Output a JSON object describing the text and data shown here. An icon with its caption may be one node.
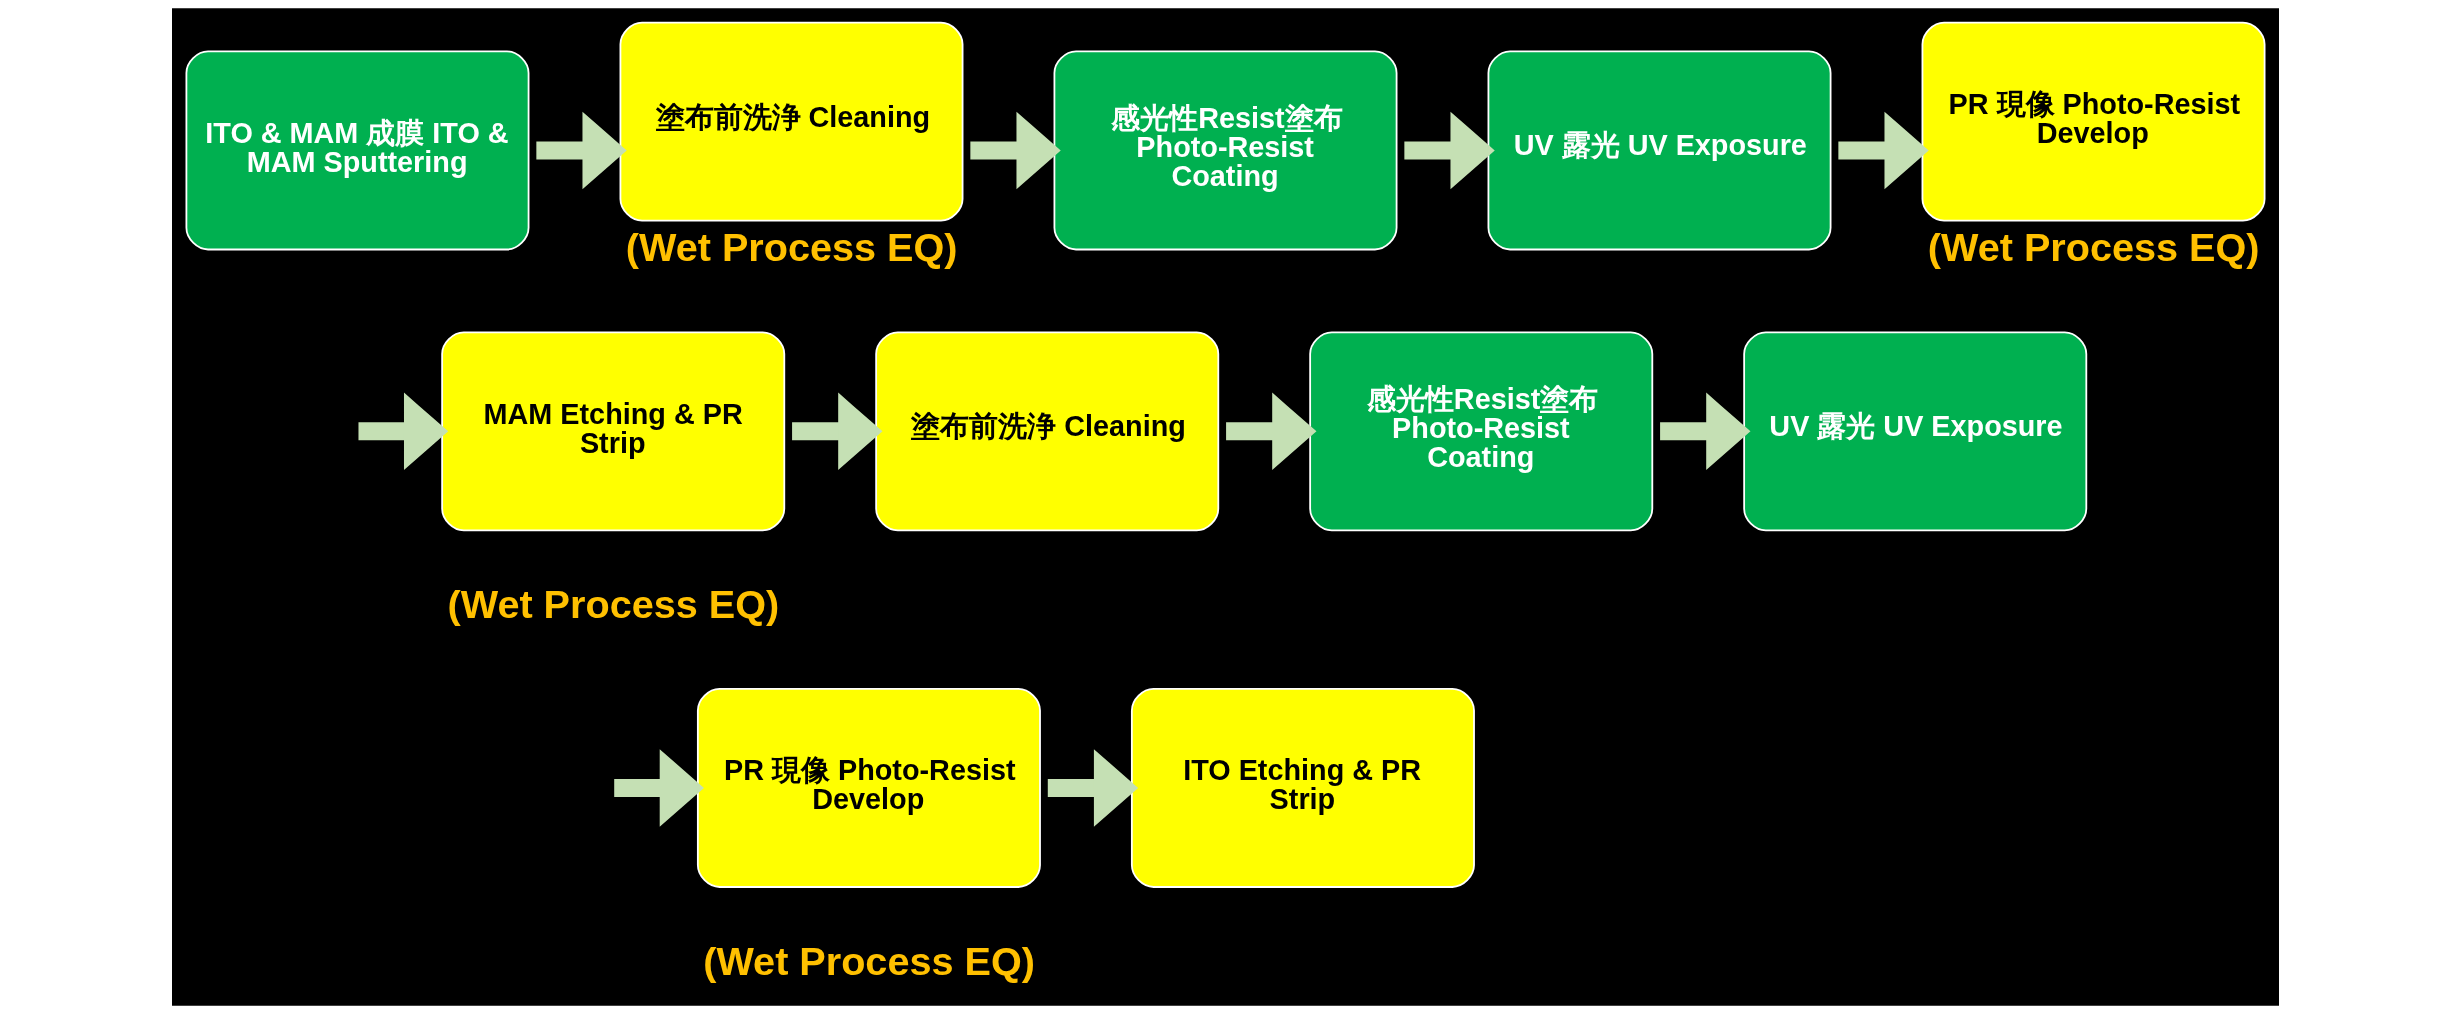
{
  "diagram": {
    "nodes": [
      {
        "text": [
          "ITO & MAM 成膜 ITO & MAM Sputtering"
        ]
      },
      {
        "text": [
          "塗布前洗浄 Cleaning"
        ],
        "beside": [
          "(Wet Process EQ)"
        ]
      },
      {
        "text": [
          "感光性Resist塗布 Photo-Resist Coating"
        ]
      },
      {
        "text": [
          "UV 露光 UV Exposure"
        ]
      },
      {
        "text": [
          "PR 現像 Photo-Resist Develop"
        ],
        "beside": [
          "(Wet Process EQ)"
        ]
      },
      {
        "text": [
          "MAM Etching & PR Strip"
        ]
      },
      {
        "text": [
          "塗布前洗浄 Cleaning"
        ]
      },
      {
        "text": [
          "感光性Resist塗布 Photo-Resist Coating"
        ]
      },
      {
        "text": [
          "UV 露光 UV Exposure"
        ]
      },
      {
        "text": [
          "PR 現像 Photo-Resist Develop"
        ]
      },
      {
        "text": [
          "ITO Etching & PR Strip"
        ]
      }
    ],
    "edges": [
      {
        "from": 0,
        "to": 1,
        "arrow": "to"
      },
      {
        "from": 1,
        "to": 2,
        "arrow": "to"
      },
      {
        "from": 2,
        "to": 3,
        "arrow": "to"
      },
      {
        "from": 3,
        "to": 4,
        "arrow": "to"
      },
      {
        "from": null,
        "to": 5,
        "arrow": "to"
      },
      {
        "from": 5,
        "to": 6,
        "arrow": "to"
      },
      {
        "from": 6,
        "to": 7,
        "arrow": "to"
      },
      {
        "from": 7,
        "to": 8,
        "arrow": "to"
      },
      {
        "from": null,
        "to": 9,
        "arrow": "to"
      },
      {
        "from": 9,
        "to": 10,
        "arrow": "to"
      }
    ],
    "labels": [
      "(Wet Process EQ)",
      "(Wet Process EQ)"
    ]
  }
}
